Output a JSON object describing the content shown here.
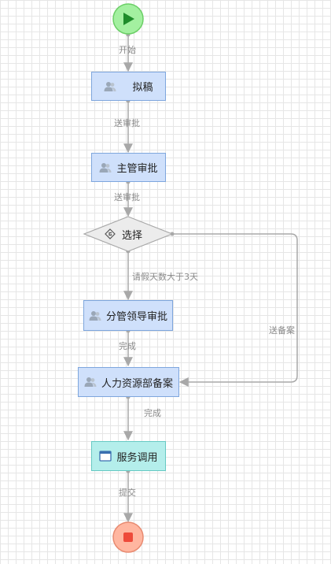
{
  "nodes": {
    "start": {
      "icon": "play-icon",
      "color": "#a3f0a0"
    },
    "draft": {
      "label": "拟稿",
      "icon": "user-group-icon"
    },
    "supervisor": {
      "label": "主管审批",
      "icon": "user-group-icon"
    },
    "choice": {
      "label": "选择",
      "icon": "gateway-icon"
    },
    "leader": {
      "label": "分管领导审批",
      "icon": "user-group-icon"
    },
    "hr": {
      "label": "人力资源部备案",
      "icon": "user-group-icon"
    },
    "service": {
      "label": "服务调用",
      "icon": "window-icon"
    },
    "end": {
      "icon": "stop-icon",
      "color": "#ffb6a0"
    }
  },
  "edges": {
    "start_draft": "开始",
    "draft_supervisor": "送审批",
    "supervisor_choice": "送审批",
    "choice_leader": "请假天数大于3天",
    "choice_hr": "送备案",
    "leader_hr": "完成",
    "hr_service": "完成",
    "service_end": "提交"
  }
}
